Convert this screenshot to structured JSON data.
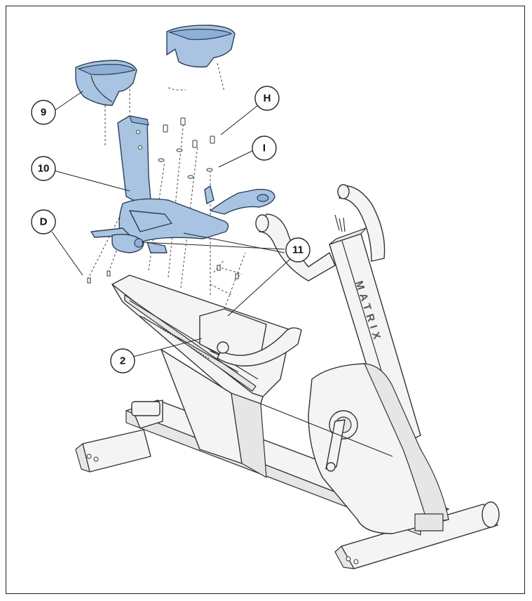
{
  "diagram": {
    "brand_text": "MATRIX",
    "colors": {
      "highlight_fill": "#a9c4e2",
      "highlight_stroke": "#2c3e55",
      "line": "#333333",
      "frame_fill": "#f2f2f2"
    },
    "callouts": {
      "c9": "9",
      "c10": "10",
      "cD": "D",
      "cH": "H",
      "cI": "I",
      "c11": "11",
      "c2": "2"
    }
  }
}
